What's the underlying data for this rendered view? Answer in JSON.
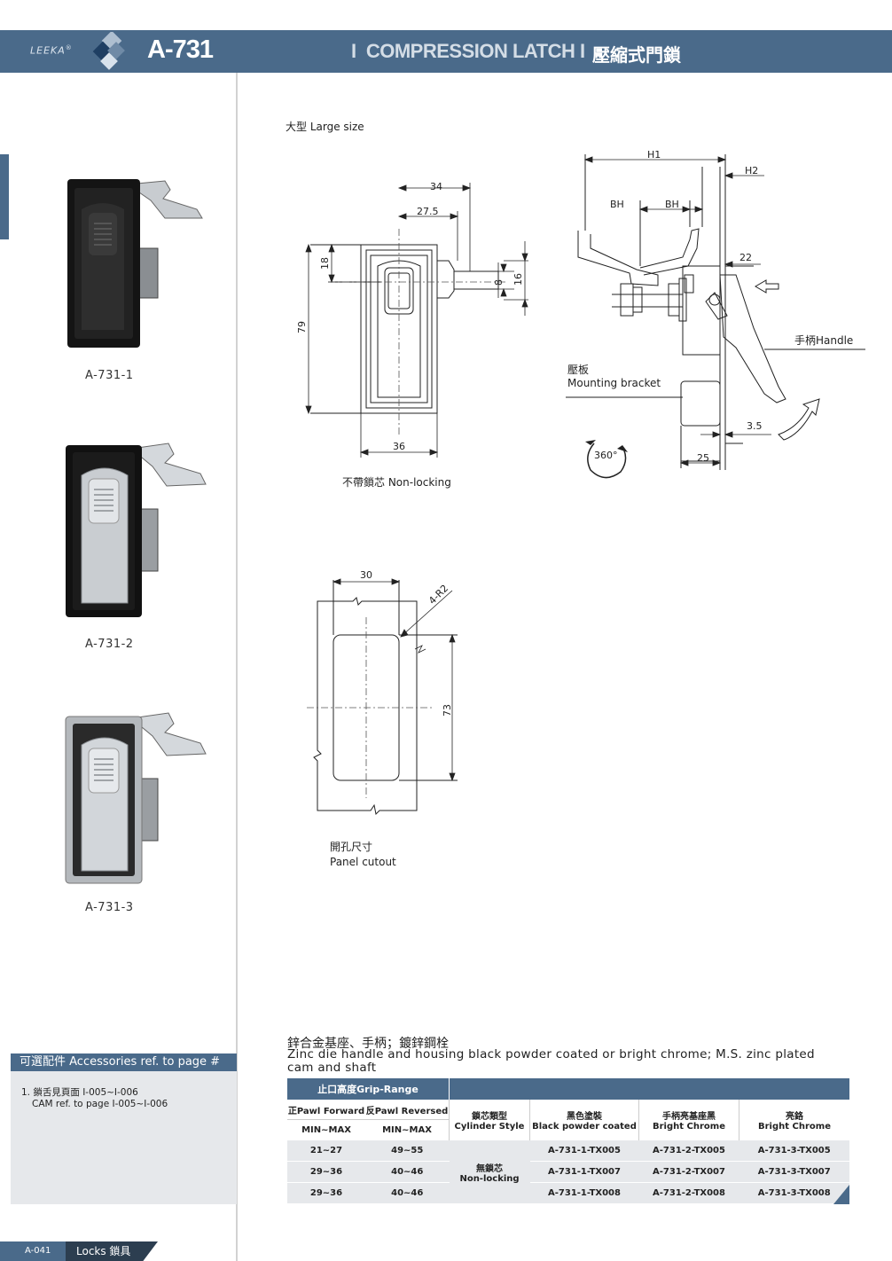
{
  "header": {
    "brand": "LEEKA",
    "brand_mark": "®",
    "model": "A-731",
    "title_en": "COMPRESSION LATCH",
    "title_cn": "壓縮式門鎖",
    "divider": "I"
  },
  "products": [
    {
      "caption": "A-731-1",
      "finish": "black"
    },
    {
      "caption": "A-731-2",
      "finish": "black-chrome"
    },
    {
      "caption": "A-731-3",
      "finish": "chrome"
    }
  ],
  "drawing": {
    "size_label": "大型 Large size",
    "front": {
      "dims": {
        "width_top": "34",
        "offset": "27.5",
        "height": "79",
        "top": "18",
        "shaft": "8",
        "shaft_outer": "16",
        "width_bottom": "36"
      },
      "caption": "不帶鎖芯 Non-locking"
    },
    "side": {
      "dims": {
        "h1": "H1",
        "h2": "H2",
        "bh1": "BH",
        "bh2": "BH",
        "d22": "22",
        "d35": "3.5",
        "d25": "25"
      },
      "rotation": "360°",
      "handle_label": "手柄Handle",
      "bracket_cn": "壓板",
      "bracket_en": "Mounting bracket"
    },
    "cutout": {
      "dims": {
        "width": "30",
        "height": "73",
        "radius": "4-R2"
      },
      "caption_cn": "開孔尺寸",
      "caption_en": "Panel cutout"
    }
  },
  "material": {
    "cn": "鋅合金基座、手柄；鍍鋅鋼栓",
    "en": "Zinc die  handle and housing black powder coated or bright chrome; M.S. zinc plated cam and shaft"
  },
  "table": {
    "grip_range": "止口高度Grip-Range",
    "col_forward": "正Pawl Forward",
    "col_reversed": "反Pawl Reversed",
    "minmax": "MIN~MAX",
    "col_cyl_cn": "鎖芯類型",
    "col_cyl_en": "Cylinder Style",
    "col_black_cn": "黑色塗裝",
    "col_black_en": "Black powder coated",
    "col_hb_cn": "手柄亮基座黑",
    "col_hb_en": "Bright Chrome",
    "col_chrome_cn": "亮鉻",
    "col_chrome_en": "Bright Chrome",
    "cyl_cn": "無鎖芯",
    "cyl_en": "Non-locking",
    "rows": [
      {
        "fwd": "21~27",
        "rev": "49~55",
        "black": "A-731-1-TX005",
        "hb": "A-731-2-TX005",
        "chrome": "A-731-3-TX005"
      },
      {
        "fwd": "29~36",
        "rev": "40~46",
        "black": "A-731-1-TX007",
        "hb": "A-731-2-TX007",
        "chrome": "A-731-3-TX007"
      },
      {
        "fwd": "29~36",
        "rev": "40~46",
        "black": "A-731-1-TX008",
        "hb": "A-731-2-TX008",
        "chrome": "A-731-3-TX008"
      }
    ]
  },
  "accessories": {
    "title": "可選配件 Accessories ref. to page #",
    "line1": "1. 鎖舌見頁面  I-005~I-006",
    "line2": "CAM  ref. to page I-005~I-006"
  },
  "footer": {
    "page": "A-041",
    "section": "Locks 鎖具"
  },
  "colors": {
    "header": "#4a6a8a",
    "footer_dark": "#2c3e50",
    "table_row": "#e6e8eb"
  }
}
